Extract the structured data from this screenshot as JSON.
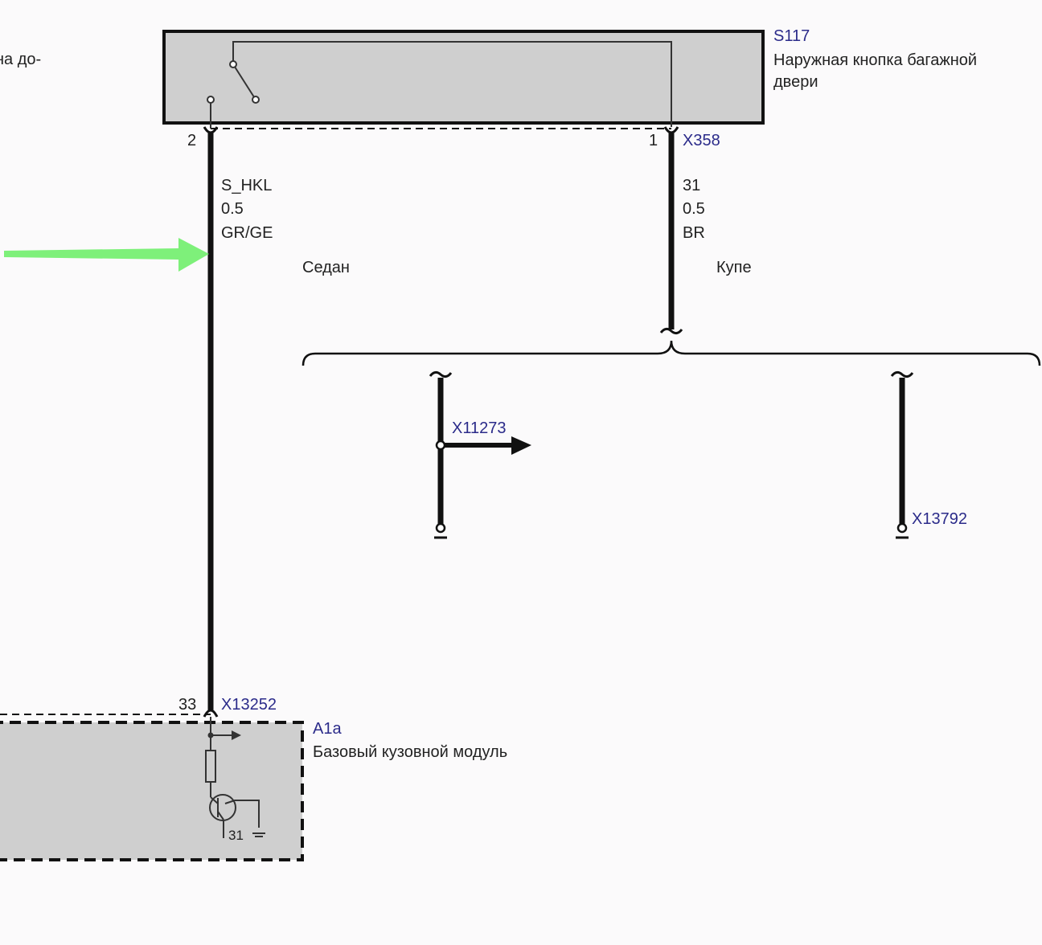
{
  "partial_label": "на до-",
  "switch_component": {
    "code": "S117",
    "name_line1": "Наружная кнопка багажной",
    "name_line2": "двери",
    "pin_left": "2",
    "pin_right": "1",
    "connector": "X358"
  },
  "wire_left": {
    "signal": "S_HKL",
    "gauge": "0.5",
    "color_code": "GR/GE"
  },
  "wire_right": {
    "signal": "31",
    "gauge": "0.5",
    "color_code": "BR"
  },
  "variants": {
    "sedan": "Седан",
    "coupe": "Купе"
  },
  "connectors": {
    "left_branch": "X11273",
    "right_branch": "X13792",
    "module_pin": "33",
    "module_connector": "X13252"
  },
  "module": {
    "code": "A1a",
    "name": "Базовый кузовной модуль",
    "ground_label": "31"
  },
  "colors": {
    "highlight_arrow": "#7ef07a",
    "component_fill": "#cfcfcf",
    "label_blue": "#2b2b8a"
  }
}
